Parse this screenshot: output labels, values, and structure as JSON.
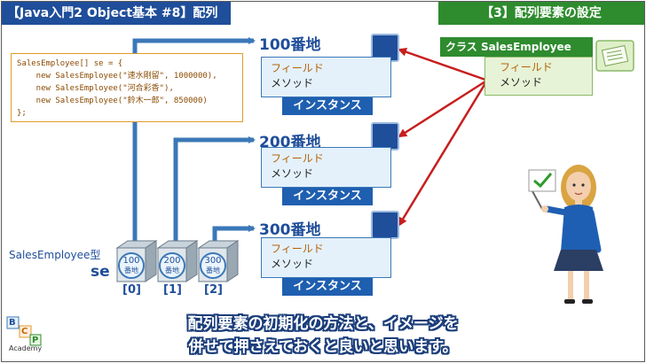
{
  "header": {
    "left_title": "【Java入門2 Object基本 #8】配列",
    "right_title": "【3】配列要素の設定"
  },
  "code": {
    "lines": [
      "SalesEmployee[] se = {",
      "    new SalesEmployee(\"速水剛留\", 1000000),",
      "    new SalesEmployee(\"河合彩香\"),",
      "    new SalesEmployee(\"鈴木一郎\", 850000)",
      "};"
    ]
  },
  "instances": [
    {
      "address": "100番地",
      "field": "フィールド",
      "method": "メソッド",
      "label": "インスタンス"
    },
    {
      "address": "200番地",
      "field": "フィールド",
      "method": "メソッド",
      "label": "インスタンス"
    },
    {
      "address": "300番地",
      "field": "フィールド",
      "method": "メソッド",
      "label": "インスタンス"
    }
  ],
  "class_box": {
    "title": "クラス SalesEmployee",
    "field": "フィールド",
    "method": "メソッド"
  },
  "array_var": {
    "type_label": "SalesEmployee型",
    "name": "se",
    "cells": [
      {
        "value": "100",
        "unit": "番地",
        "index": "[0]"
      },
      {
        "value": "200",
        "unit": "番地",
        "index": "[1]"
      },
      {
        "value": "300",
        "unit": "番地",
        "index": "[2]"
      }
    ]
  },
  "caption": {
    "line1": "配列要素の初期化の方法と、イメージを",
    "line2": "併せて押さえておくと良いと思います。"
  },
  "logo": {
    "letters": [
      "B",
      "C",
      "P"
    ],
    "text": "Academy"
  },
  "colors": {
    "header_blue": "#1f4e9a",
    "header_green": "#2e8b2e",
    "arrow_red": "#c81e1e",
    "code_orange": "#e39a2b"
  }
}
